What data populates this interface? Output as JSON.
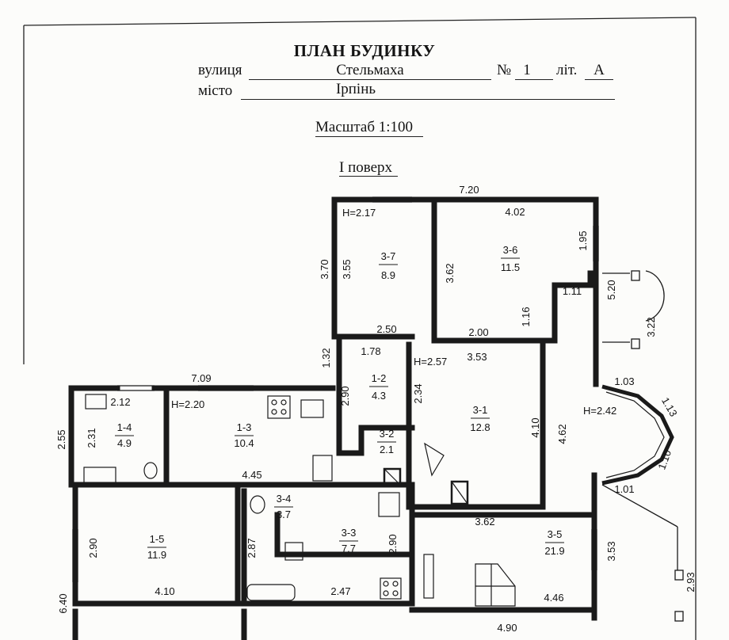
{
  "header": {
    "title": "ПЛАН БУДИНКУ",
    "street_label": "вулиця",
    "street_value": "Стельмаха",
    "number_label": "№",
    "number_value": "1",
    "letter_label": "літ.",
    "letter_value": "А",
    "city_label": "місто",
    "city_value": "Ірпінь",
    "scale": "Масштаб 1:100",
    "floor": "I поверх"
  },
  "rooms": [
    {
      "id": "3-7",
      "area": "8.9"
    },
    {
      "id": "3-6",
      "area": "11.5"
    },
    {
      "id": "1-2",
      "area": "4.3"
    },
    {
      "id": "3-1",
      "area": "12.8"
    },
    {
      "id": "1-4",
      "area": "4.9"
    },
    {
      "id": "1-3",
      "area": "10.4"
    },
    {
      "id": "3-2",
      "area": "2.1"
    },
    {
      "id": "1-5",
      "area": "11.9"
    },
    {
      "id": "3-4",
      "area": "3.7"
    },
    {
      "id": "3-3",
      "area": "7.7"
    },
    {
      "id": "3-5",
      "area": "21.9"
    }
  ],
  "heights": [
    "H=2.17",
    "H=2.57",
    "H=2.20",
    "H=2.42"
  ],
  "dimensions": [
    "7.20",
    "4.02",
    "1.95",
    "3.70",
    "3.55",
    "3.62",
    "5.20",
    "1.11",
    "3.22",
    "1.16",
    "2.50",
    "2.00",
    "1.32",
    "1.78",
    "3.53",
    "7.09",
    "2.12",
    "2.90",
    "2.34",
    "4.10",
    "4.62",
    "1.03",
    "2.55",
    "2.31",
    "1.13",
    "1.10",
    "4.45",
    "1.01",
    "2.90",
    "2.87",
    "3.62",
    "3.53",
    "2.90",
    "2.93",
    "6.40",
    "4.10",
    "2.47",
    "4.46",
    "4.90"
  ],
  "colors": {
    "ink": "#141414",
    "paper": "#fcfcfa",
    "wall": "#1a1a1a"
  }
}
